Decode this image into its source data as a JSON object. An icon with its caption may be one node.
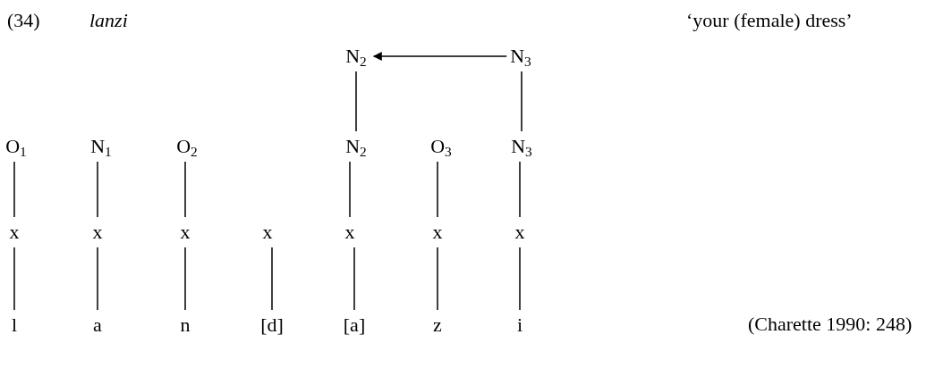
{
  "diagram": {
    "nodes": [
      {
        "text": [
          "N$_{2}$"
        ]
      },
      {
        "text": [
          "N$_{3}$"
        ]
      },
      {
        "text": [
          "O$_{1}$"
        ]
      },
      {
        "text": [
          "N$_{1}$"
        ]
      },
      {
        "text": [
          "O$_{2}$"
        ]
      },
      {
        "text": [
          "N$_{2}$"
        ]
      },
      {
        "text": [
          "O$_{3}$"
        ]
      },
      {
        "text": [
          "N$_{3}$"
        ]
      },
      {
        "text": [
          "x"
        ]
      },
      {
        "text": [
          "x"
        ]
      },
      {
        "text": [
          "x"
        ]
      },
      {
        "text": [
          "x"
        ]
      },
      {
        "text": [
          "x"
        ]
      },
      {
        "text": [
          "x"
        ]
      },
      {
        "text": [
          "x"
        ]
      },
      {
        "text": [
          "l"
        ]
      },
      {
        "text": [
          "a"
        ]
      },
      {
        "text": [
          "n"
        ]
      },
      {
        "text": [
          "[d]"
        ]
      },
      {
        "text": [
          "[a]"
        ]
      },
      {
        "text": [
          "z"
        ]
      },
      {
        "text": [
          "i"
        ]
      }
    ],
    "edges": [
      {
        "from": 1,
        "to": 0,
        "arrow": "to"
      },
      {
        "from": 0,
        "to": 5,
        "arrow": "none"
      },
      {
        "from": 1,
        "to": 7,
        "arrow": "none"
      },
      {
        "from": 2,
        "to": 8,
        "arrow": "none"
      },
      {
        "from": 3,
        "to": 9,
        "arrow": "none"
      },
      {
        "from": 4,
        "to": 10,
        "arrow": "none"
      },
      {
        "from": 5,
        "to": 12,
        "arrow": "none"
      },
      {
        "from": 6,
        "to": 13,
        "arrow": "none"
      },
      {
        "from": 7,
        "to": 14,
        "arrow": "none"
      },
      {
        "from": 8,
        "to": 15,
        "arrow": "none"
      },
      {
        "from": 9,
        "to": 16,
        "arrow": "none"
      },
      {
        "from": 10,
        "to": 17,
        "arrow": "none"
      },
      {
        "from": 11,
        "to": 18,
        "arrow": "none"
      },
      {
        "from": 12,
        "to": 19,
        "arrow": "none"
      },
      {
        "from": 13,
        "to": 20,
        "arrow": "none"
      },
      {
        "from": 14,
        "to": 21,
        "arrow": "none"
      }
    ],
    "labels": [
      "(34)",
      "lanzi",
      "‘your (female) dress’",
      "(Charette 1990: 248)"
    ]
  }
}
